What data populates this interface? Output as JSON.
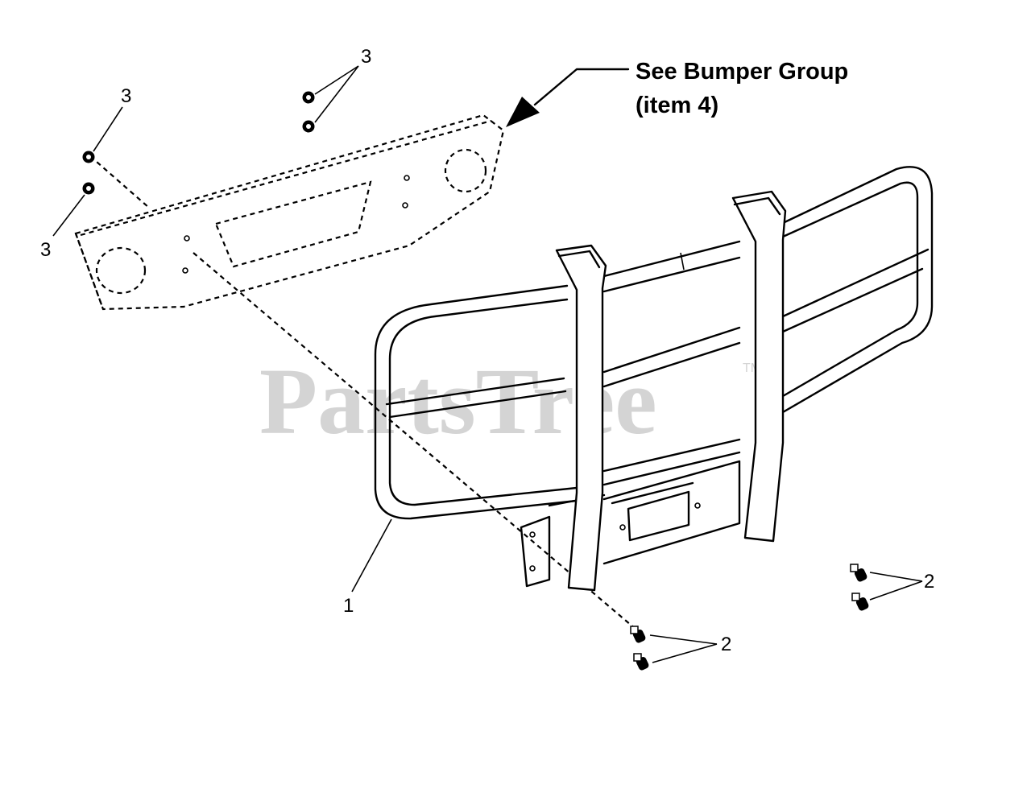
{
  "watermark": {
    "text": "PartsTree",
    "trademark": "TM"
  },
  "callout_note": {
    "line1": "See Bumper Group",
    "line2": "(item 4)"
  },
  "labels": {
    "nut_top_right": "3",
    "nut_top_left": "3",
    "nut_left": "3",
    "guard": "1",
    "bolts_center": "2",
    "bolts_right": "2"
  }
}
